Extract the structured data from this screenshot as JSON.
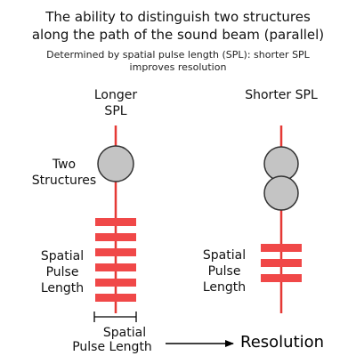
{
  "title": {
    "line1": "The ability to distinguish two structures",
    "line2": "along the path of the sound beam (parallel)"
  },
  "subtitle": {
    "line1": "Determined by spatial pulse length (SPL): shorter SPL",
    "line2": "improves resolution"
  },
  "left_column": {
    "header_line1": "Longer",
    "header_line2": "SPL",
    "structures_label_line1": "Two",
    "structures_label_line2": "Structures",
    "spl_label_line1": "Spatial",
    "spl_label_line2": "Pulse",
    "spl_label_line3": "Length",
    "pulse_bars": 6
  },
  "right_column": {
    "header": "Shorter SPL",
    "spl_label_line1": "Spatial",
    "spl_label_line2": "Pulse",
    "spl_label_line3": "Length",
    "pulse_bars": 3
  },
  "bottom": {
    "line1": "Spatial",
    "line2": "Pulse Length",
    "result": "Resolution"
  },
  "colors": {
    "beam": "#e53935",
    "pulse": "#f04848",
    "structure_fill": "#c4c4c4",
    "structure_stroke": "#333333",
    "arrow": "#000000"
  }
}
